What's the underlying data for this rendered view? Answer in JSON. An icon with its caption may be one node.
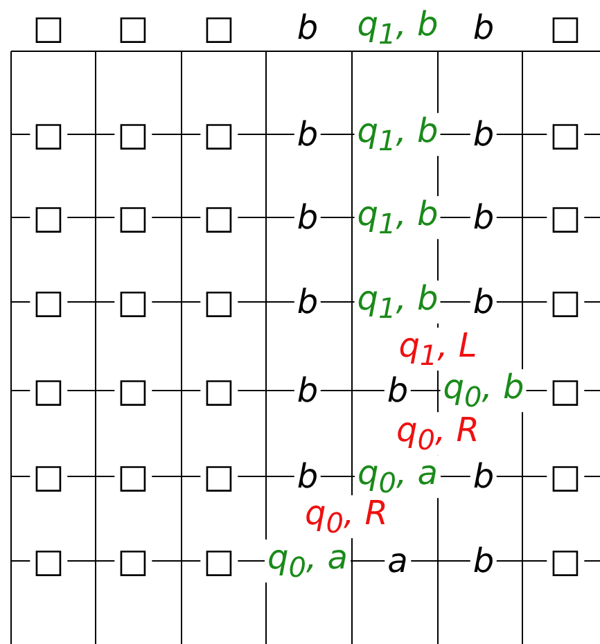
{
  "diagram": {
    "labels": [
      "□",
      "□",
      "□",
      "b",
      "q$_{1}$, b",
      "b",
      "□",
      "□",
      "□",
      "□",
      "b",
      "q$_{1}$, b",
      "b",
      "□",
      "□",
      "□",
      "□",
      "b",
      "q$_{1}$, b",
      "b",
      "□",
      "□",
      "□",
      "□",
      "b",
      "q$_{1}$, b",
      "b",
      "□",
      "q$_{1}$, L",
      "□",
      "□",
      "□",
      "b",
      "b",
      "q$_{0}$, b",
      "□",
      "q$_{0}$, R",
      "□",
      "□",
      "□",
      "b",
      "q$_{0}$, a",
      "b",
      "□",
      "q$_{0}$, R",
      "□",
      "□",
      "□",
      "q$_{0}$, a",
      "a",
      "b",
      "□"
    ]
  }
}
